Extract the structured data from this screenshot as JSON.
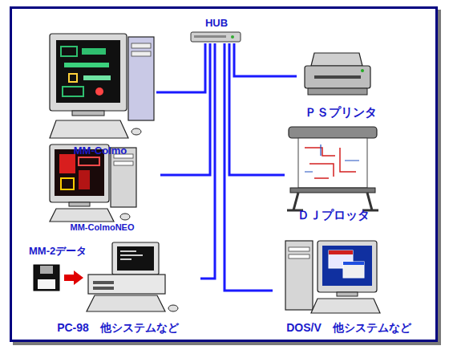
{
  "diagram": {
    "nodes": [
      {
        "text": [
          "HUB"
        ]
      },
      {
        "text": [
          "MM-Colmo"
        ]
      },
      {
        "text": [
          "ＰＳプリンタ"
        ]
      },
      {
        "text": [
          "MM-ColmoNEO"
        ]
      },
      {
        "text": [
          "ＤＪプロッタ"
        ]
      },
      {
        "text": [
          "PC-98　他システムなど"
        ]
      },
      {
        "text": [
          "DOS/V　他システムなど"
        ]
      }
    ],
    "edges": [
      {
        "from": 0,
        "to": 1,
        "arrow": "none"
      },
      {
        "from": 0,
        "to": 2,
        "arrow": "none"
      },
      {
        "from": 0,
        "to": 3,
        "arrow": "none"
      },
      {
        "from": 0,
        "to": 4,
        "arrow": "none"
      },
      {
        "from": 0,
        "to": 5,
        "arrow": "none"
      },
      {
        "from": 0,
        "to": 6,
        "arrow": "none"
      }
    ],
    "labels": [
      "MM-2データ"
    ]
  }
}
